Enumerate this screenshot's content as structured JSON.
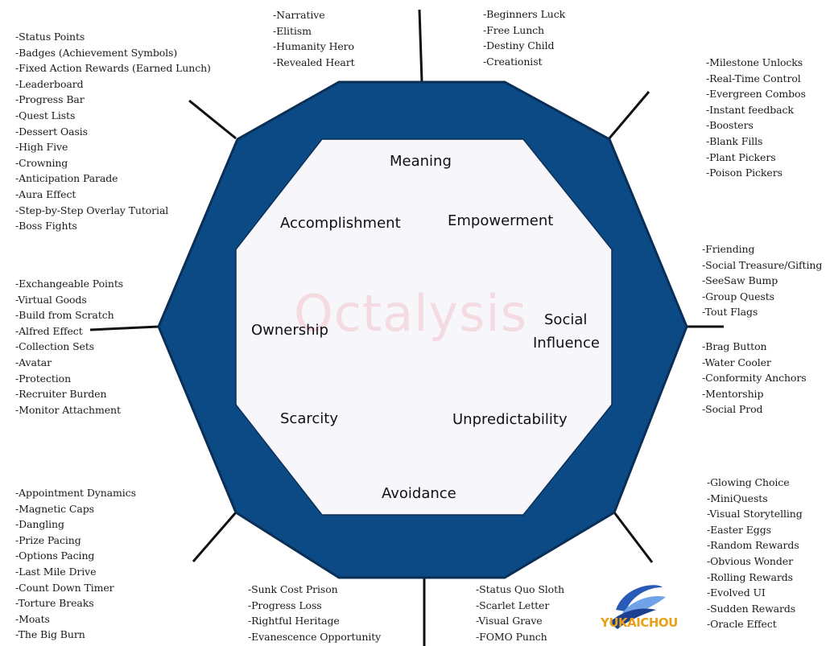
{
  "diagram": {
    "watermark": "Octalysis",
    "logo_text": "YUKAICHOU",
    "core_drives": [
      "Meaning",
      "Accomplishment",
      "Empowerment",
      "Ownership",
      "Social",
      "Influence",
      "Scarcity",
      "Unpredictability",
      "Avoidance"
    ],
    "lists": {
      "top_center": [
        "-Narrative",
        "-Elitism",
        "-Humanity Hero",
        "-Revealed Heart"
      ],
      "top_right": [
        "-Beginners Luck",
        "-Free Lunch",
        "-Destiny Child",
        "-Creationist"
      ],
      "upper_left": [
        "-Status Points",
        "-Badges (Achievement Symbols)",
        "-Fixed Action Rewards (Earned Lunch)",
        "-Leaderboard",
        "-Progress Bar",
        "-Quest Lists",
        "-Dessert Oasis",
        "-High Five",
        "-Crowning",
        "-Anticipation Parade",
        "-Aura Effect",
        "-Step-by-Step Overlay Tutorial",
        "-Boss Fights"
      ],
      "upper_right": [
        "-Milestone Unlocks",
        "-Real-Time Control",
        "-Evergreen Combos",
        "-Instant feedback",
        "-Boosters",
        "-Blank Fills",
        "-Plant Pickers",
        "-Poison Pickers"
      ],
      "mid_left": [
        "-Exchangeable Points",
        "-Virtual Goods",
        "-Build from Scratch",
        "-Alfred Effect",
        "-Collection Sets",
        "-Avatar",
        "-Protection",
        "-Recruiter Burden",
        "-Monitor Attachment"
      ],
      "right_a": [
        "-Friending",
        "-Social Treasure/Gifting",
        "-SeeSaw Bump",
        "-Group Quests",
        "-Tout Flags"
      ],
      "right_b": [
        "-Brag Button",
        "-Water Cooler",
        "-Conformity Anchors",
        "-Mentorship",
        "-Social Prod"
      ],
      "lower_left": [
        "-Appointment Dynamics",
        "-Magnetic Caps",
        "-Dangling",
        "-Prize Pacing",
        "-Options Pacing",
        "-Last Mile Drive",
        "-Count Down Timer",
        "-Torture Breaks",
        "-Moats",
        "-The Big Burn"
      ],
      "lower_right": [
        "-Glowing Choice",
        "-MiniQuests",
        "-Visual Storytelling",
        "-Easter Eggs",
        "-Random Rewards",
        "-Obvious Wonder",
        "-Rolling Rewards",
        "-Evolved UI",
        "-Sudden Rewards",
        "-Oracle Effect"
      ],
      "bottom_center_left": [
        "-Sunk Cost Prison",
        "-Progress Loss",
        "-Rightful Heritage",
        "-Evanescence Opportunity"
      ],
      "bottom_center_right": [
        "-Status Quo Sloth",
        "-Scarlet Letter",
        "-Visual Grave",
        "-FOMO Punch"
      ]
    },
    "colors": {
      "octagon_fill": "#0c4a85",
      "octagon_stroke": "#0a2f57",
      "inner_fill": "#f7f7fb",
      "spoke": "#111111"
    }
  }
}
